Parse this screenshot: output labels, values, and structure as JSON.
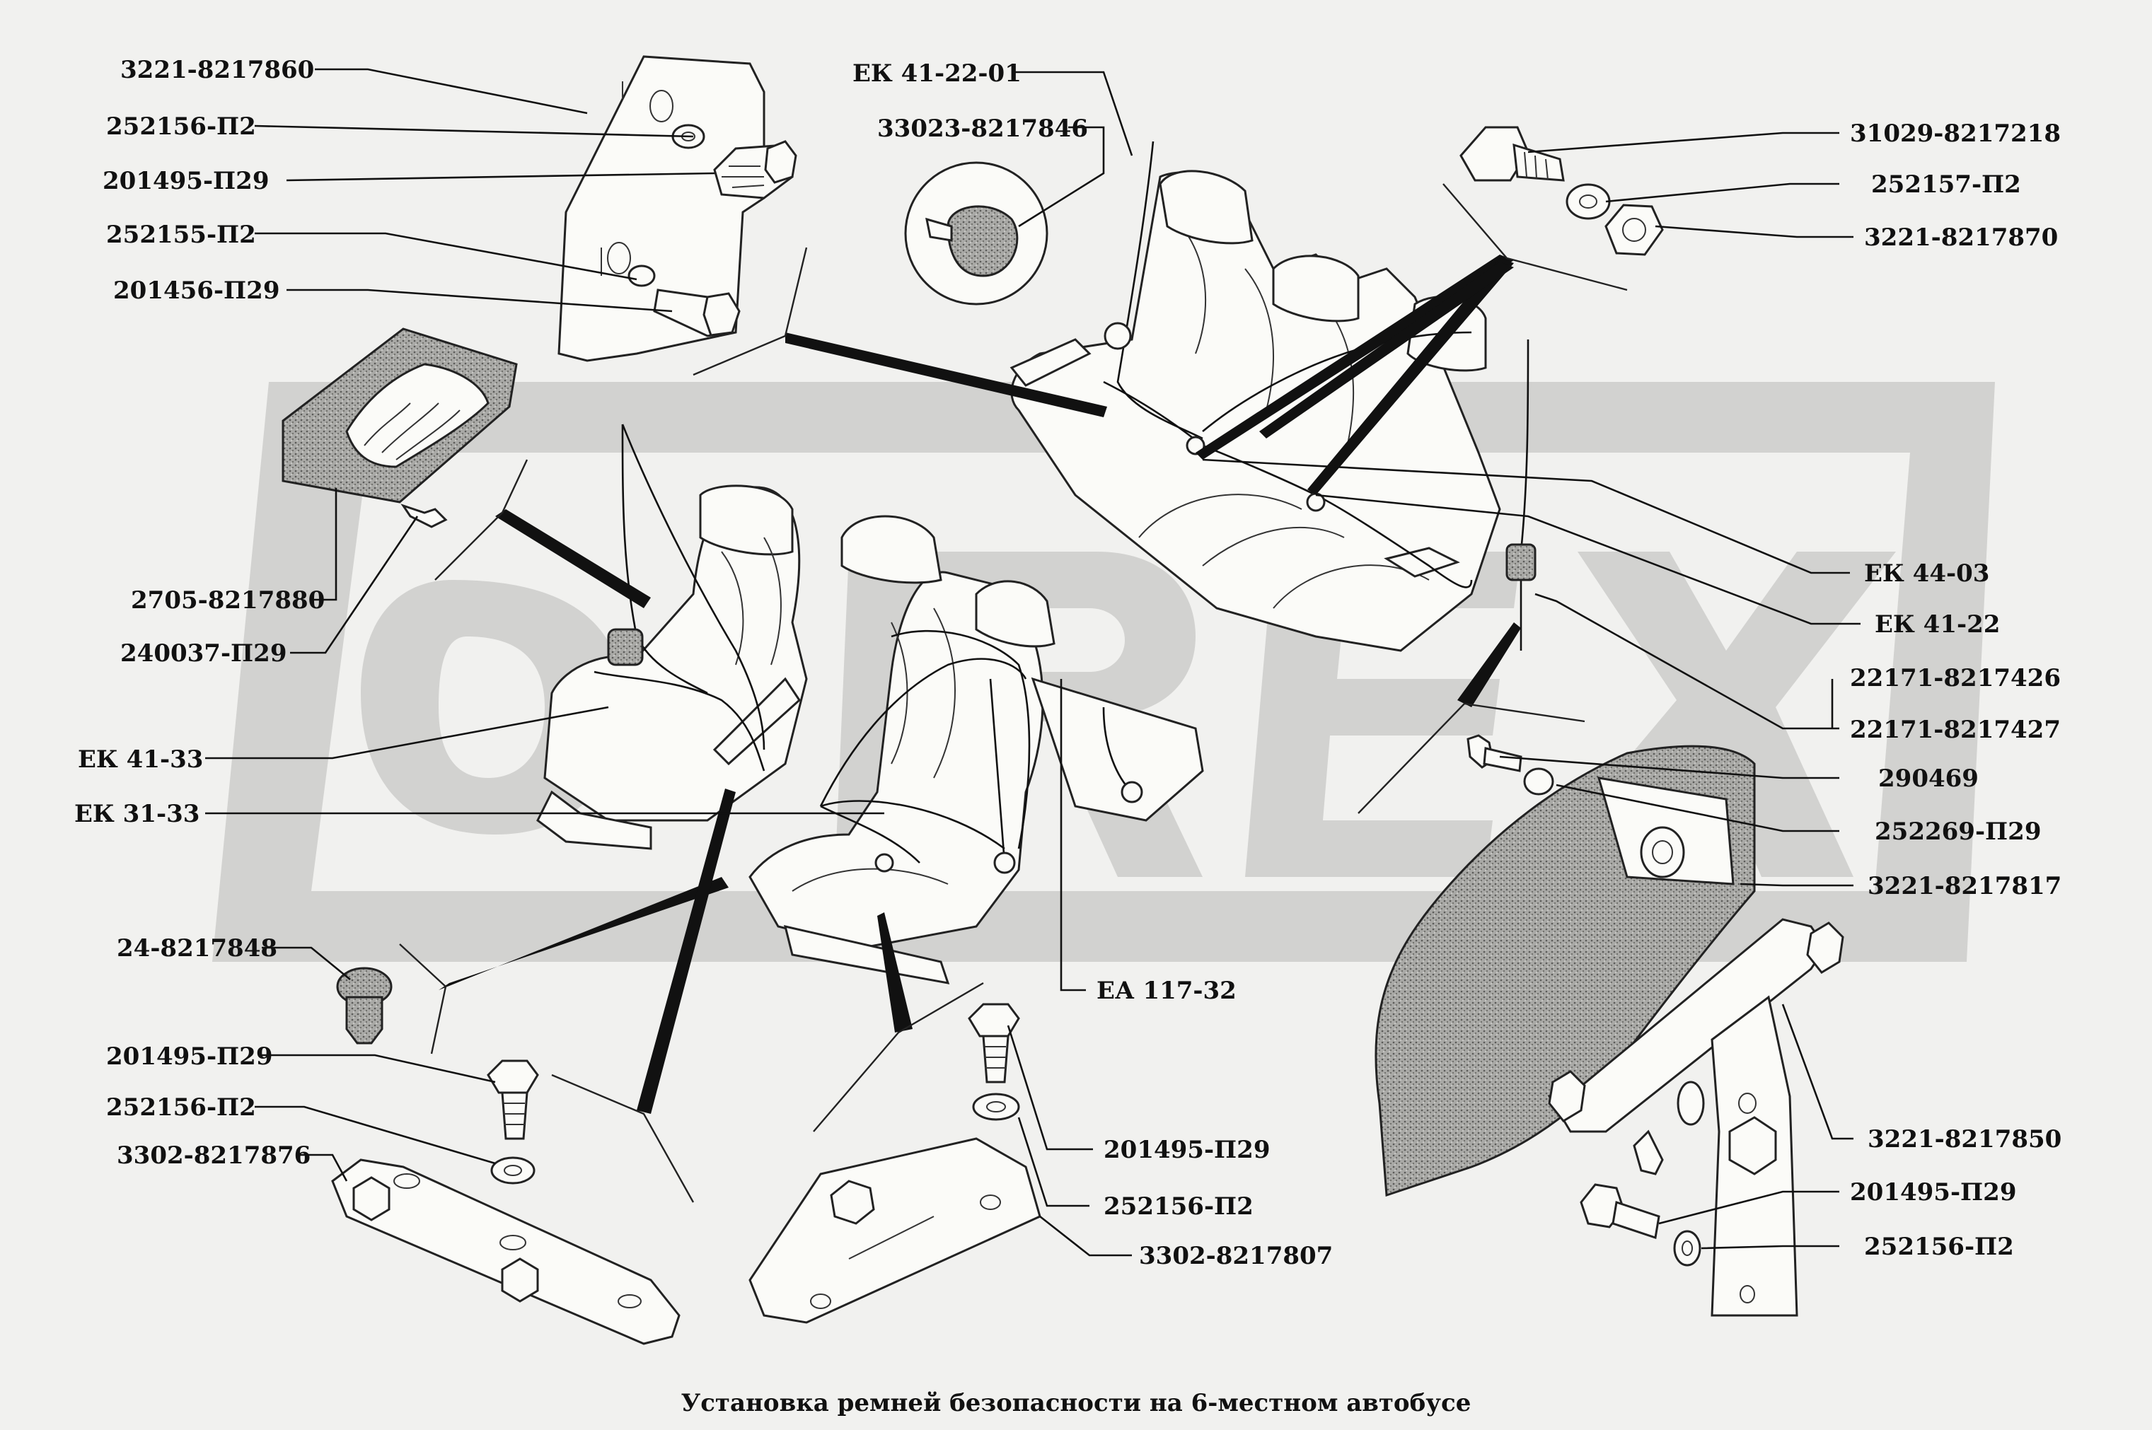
{
  "caption": "Установка ремней безопасности на 6-местном автобусе",
  "watermark": "ORex",
  "colors": {
    "background": "#f1f1ef",
    "ink": "#111111",
    "watermark": "#d2d2d0"
  },
  "labels": {
    "p3221_8217860": "3221-8217860",
    "p252156_p2_a": "252156-П2",
    "p201495_p29_a": "201495-П29",
    "p252155_p2": "252155-П2",
    "p201456_p29": "201456-П29",
    "p2705_8217880": "2705-8217880",
    "p240037_p29": "240037-П29",
    "ek41_33": "ЕК 41-33",
    "ek31_33": "ЕК 31-33",
    "p24_8217848": "24-8217848",
    "p201495_p29_b": "201495-П29",
    "p252156_p2_b": "252156-П2",
    "p3302_8217876": "3302-8217876",
    "ek41_22_01": "ЕК 41-22-01",
    "p33023_8217846": "33023-8217846",
    "ea117_32": "ЕА 117-32",
    "p201495_p29_c": "201495-П29",
    "p252156_p2_c": "252156-П2",
    "p3302_8217807": "3302-8217807",
    "p31029_8217218": "31029-8217218",
    "p252157_p2": "252157-П2",
    "p3221_8217870": "3221-8217870",
    "ek44_03": "ЕК 44-03",
    "ek41_22": "ЕК 41-22",
    "p22171_8217426": "22171-8217426",
    "p22171_8217427": "22171-8217427",
    "p290469": "290469",
    "p252269_p29": "252269-П29",
    "p3221_8217817": "3221-8217817",
    "p3221_8217850": "3221-8217850",
    "p201495_p29_d": "201495-П29",
    "p252156_p2_d": "252156-П2"
  }
}
